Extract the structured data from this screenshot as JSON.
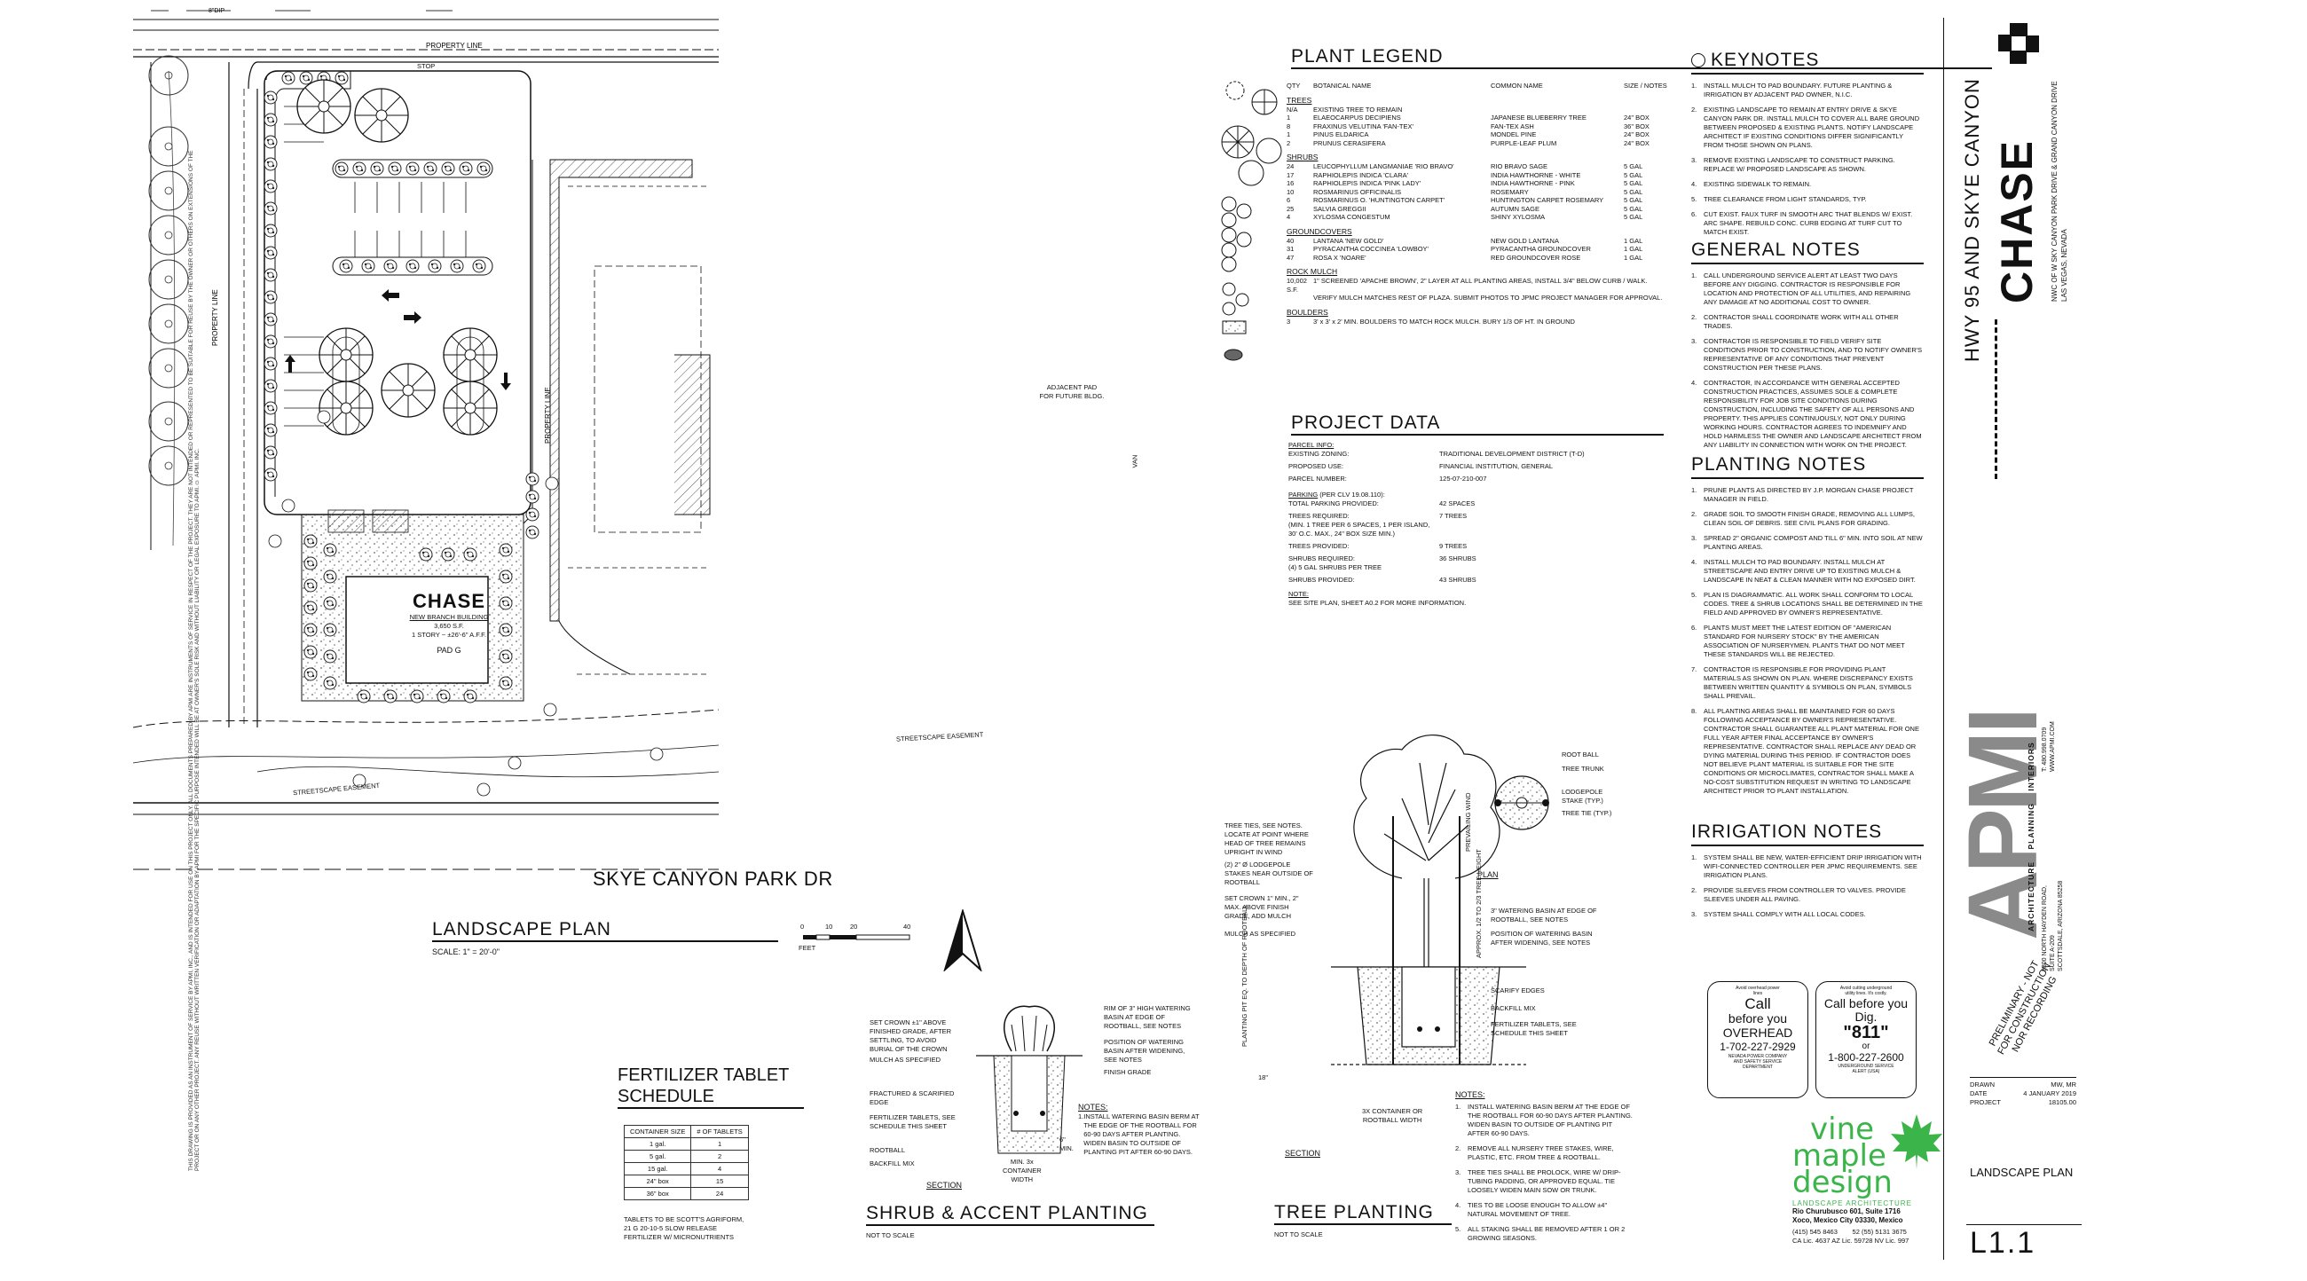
{
  "site_plan": {
    "street_name": "SKYE CANYON PARK DR",
    "label_property_line_top": "PROPERTY LINE",
    "label_property_line_left": "PROPERTY LINE",
    "label_property_line_right": "PROPERTY LINE",
    "label_streetscape_left": "STREETSCAPE EASEMENT",
    "label_streetscape_right": "STREETSCAPE EASEMENT",
    "adjacent_pad": "ADJACENT PAD\nFOR FUTURE BLDG.",
    "building_brand": "CHASE",
    "building_line1": "NEW BRANCH BUILDING",
    "building_line2": "3,650 S.F.",
    "building_line3": "1 STORY ~ ±26'-6\" A.F.F.",
    "building_pad": "PAD G",
    "label_stop": "STOP",
    "label_van": "VAN"
  },
  "landscape_plan": {
    "title": "LANDSCAPE PLAN",
    "scale": "SCALE: 1\" = 20'-0\"",
    "scale_ticks": [
      "0",
      "10",
      "20",
      "40"
    ],
    "scale_unit": "FEET"
  },
  "fertilizer": {
    "title": "FERTILIZER TABLET\nSCHEDULE",
    "headers": [
      "CONTAINER SIZE",
      "# OF TABLETS"
    ],
    "rows": [
      [
        "1 gal.",
        "1"
      ],
      [
        "5 gal.",
        "2"
      ],
      [
        "15 gal.",
        "4"
      ],
      [
        "24\" box",
        "15"
      ],
      [
        "36\" box",
        "24"
      ]
    ],
    "note": "TABLETS TO BE SCOTT'S AGRIFORM,\n21 G 20-10-5 SLOW RELEASE\nFERTILIZER W/ MICRONUTRIENTS"
  },
  "plant_legend": {
    "title": "PLANT LEGEND",
    "headers": [
      "QTY",
      "BOTANICAL NAME",
      "COMMON NAME",
      "SIZE / NOTES"
    ],
    "groups": [
      {
        "name": "TREES",
        "rows": [
          [
            "N/A",
            "EXISTING TREE TO REMAIN",
            "",
            ""
          ],
          [
            "1",
            "ELAEOCARPUS DECIPIENS",
            "JAPANESE BLUEBERRY TREE",
            "24\" BOX"
          ],
          [
            "8",
            "FRAXINUS VELUTINA 'FAN-TEX'",
            "FAN-TEX ASH",
            "36\" BOX"
          ],
          [
            "1",
            "PINUS ELDARICA",
            "MONDEL PINE",
            "24\" BOX"
          ],
          [
            "2",
            "PRUNUS CERASIFERA",
            "PURPLE-LEAF PLUM",
            "24\" BOX"
          ]
        ]
      },
      {
        "name": "SHRUBS",
        "rows": [
          [
            "24",
            "LEUCOPHYLLUM LANGMANIAE 'RIO BRAVO'",
            "RIO BRAVO SAGE",
            "5 GAL"
          ],
          [
            "17",
            "RAPHIOLEPIS INDICA 'CLARA'",
            "INDIA HAWTHORNE - WHITE",
            "5 GAL"
          ],
          [
            "16",
            "RAPHIOLEPIS INDICA 'PINK LADY'",
            "INDIA HAWTHORNE - PINK",
            "5 GAL"
          ],
          [
            "10",
            "ROSMARINUS OFFICINALIS",
            "ROSEMARY",
            "5 GAL"
          ],
          [
            "6",
            "ROSMARINUS O. 'HUNTINGTON CARPET'",
            "HUNTINGTON CARPET ROSEMARY",
            "5 GAL"
          ],
          [
            "25",
            "SALVIA GREGGII",
            "AUTUMN SAGE",
            "5 GAL"
          ],
          [
            "4",
            "XYLOSMA CONGESTUM",
            "SHINY XYLOSMA",
            "5 GAL"
          ]
        ]
      },
      {
        "name": "GROUNDCOVERS",
        "rows": [
          [
            "40",
            "LANTANA 'NEW GOLD'",
            "NEW GOLD LANTANA",
            "1 GAL"
          ],
          [
            "31",
            "PYRACANTHA COCCINEA 'LOWBOY'",
            "PYRACANTHA GROUNDCOVER",
            "1 GAL"
          ],
          [
            "47",
            "ROSA X 'NOARE'",
            "RED GROUNDCOVER ROSE",
            "1 GAL"
          ]
        ]
      },
      {
        "name": "ROCK MULCH",
        "rows": [
          [
            "10,002 S.F.",
            "1\" SCREENED 'APACHE BROWN', 2\" LAYER AT ALL PLANTING AREAS, INSTALL 3/4\" BELOW CURB / WALK.",
            "",
            ""
          ],
          [
            "",
            "VERIFY MULCH MATCHES REST OF PLAZA.  SUBMIT PHOTOS TO JPMC PROJECT MANAGER FOR APPROVAL.",
            "",
            ""
          ]
        ]
      },
      {
        "name": "BOULDERS",
        "rows": [
          [
            "3",
            "3' x 3' x 2' MIN. BOULDERS TO MATCH ROCK MULCH.  BURY 1/3 OF HT. IN GROUND",
            "",
            ""
          ]
        ]
      }
    ]
  },
  "project_data": {
    "title": "PROJECT DATA",
    "parcel_heading": "PARCEL INFO:",
    "parcel": [
      [
        "EXISTING ZONING:",
        "TRADITIONAL DEVELOPMENT DISTRICT (T-D)"
      ],
      [
        "PROPOSED USE:",
        "FINANCIAL INSTITUTION, GENERAL"
      ],
      [
        "PARCEL NUMBER:",
        "125-07-210-007"
      ]
    ],
    "parking_heading": "PARKING",
    "parking_ref": "(PER CLV 19.08.110):",
    "parking": [
      [
        "TOTAL PARKING PROVIDED:",
        "42 SPACES"
      ],
      [
        "TREES REQUIRED:\n(MIN. 1 TREE PER 6 SPACES, 1 PER ISLAND,\n30' O.C. MAX., 24\" BOX SIZE MIN.)",
        "7 TREES"
      ],
      [
        "TREES PROVIDED:",
        "9 TREES"
      ],
      [
        "SHRUBS REQUIRED:\n(4) 5 GAL SHRUBS PER TREE",
        "36 SHRUBS"
      ],
      [
        "SHRUBS PROVIDED:",
        "43 SHRUBS"
      ]
    ],
    "note_heading": "NOTE:",
    "note": "SEE SITE PLAN, SHEET A0.2 FOR MORE INFORMATION."
  },
  "keynotes": {
    "title": "KEYNOTES",
    "items": [
      "INSTALL MULCH TO PAD BOUNDARY.  FUTURE PLANTING & IRRIGATION BY ADJACENT PAD OWNER, N.I.C.",
      "EXISTING LANDSCAPE TO REMAIN AT ENTRY DRIVE & SKYE CANYON PARK DR. INSTALL MULCH TO COVER ALL BARE GROUND BETWEEN PROPOSED & EXISTING PLANTS.  NOTIFY LANDSCAPE ARCHITECT IF EXISTING CONDITIONS DIFFER SIGNIFICANTLY FROM THOSE SHOWN ON PLANS.",
      "REMOVE EXISTING LANDSCAPE TO CONSTRUCT PARKING.  REPLACE W/ PROPOSED LANDSCAPE AS SHOWN.",
      "EXISTING SIDEWALK TO REMAIN.",
      "TREE CLEARANCE FROM LIGHT STANDARDS, TYP.",
      "CUT EXIST. FAUX TURF IN SMOOTH ARC THAT BLENDS W/ EXIST. ARC SHAPE. REBUILD CONC. CURB EDGING AT TURF CUT TO MATCH EXIST."
    ]
  },
  "general_notes": {
    "title": "GENERAL NOTES",
    "items": [
      "CALL UNDERGROUND SERVICE ALERT AT LEAST TWO DAYS BEFORE ANY DIGGING.  CONTRACTOR IS RESPONSIBLE FOR LOCATION AND PROTECTION OF ALL UTILITIES, AND REPAIRING ANY DAMAGE AT NO ADDITIONAL COST TO OWNER.",
      "CONTRACTOR SHALL COORDINATE WORK WITH ALL OTHER TRADES.",
      "CONTRACTOR IS RESPONSIBLE TO FIELD VERIFY SITE CONDITIONS PRIOR TO CONSTRUCTION, AND TO NOTIFY OWNER'S REPRESENTATIVE OF ANY CONDITIONS THAT PREVENT CONSTRUCTION PER THESE PLANS.",
      "CONTRACTOR, IN ACCORDANCE WITH GENERAL ACCEPTED CONSTRUCTION PRACTICES, ASSUMES SOLE & COMPLETE RESPONSIBILITY FOR JOB SITE CONDITIONS DURING CONSTRUCTION, INCLUDING THE SAFETY OF ALL PERSONS AND PROPERTY.  THIS APPLIES CONTINUOUSLY, NOT ONLY DURING WORKING HOURS. CONTRACTOR AGREES TO INDEMNIFY AND HOLD HARMLESS THE OWNER AND LANDSCAPE ARCHITECT FROM ANY LIABILITY IN CONNECTION WITH WORK ON THE PROJECT."
    ]
  },
  "planting_notes": {
    "title": "PLANTING NOTES",
    "items": [
      "PRUNE PLANTS AS DIRECTED BY J.P. MORGAN CHASE PROJECT MANAGER IN FIELD.",
      "GRADE SOIL TO SMOOTH FINISH GRADE, REMOVING ALL LUMPS, CLEAN SOIL OF DEBRIS.  SEE CIVIL PLANS FOR GRADING.",
      "SPREAD 2\" ORGANIC COMPOST AND TILL 6\" MIN. INTO SOIL AT NEW PLANTING AREAS.",
      "INSTALL MULCH TO PAD BOUNDARY.  INSTALL MULCH AT STREETSCAPE AND ENTRY DRIVE UP TO EXISTING MULCH & LANDSCAPE IN NEAT & CLEAN MANNER WITH NO EXPOSED DIRT.",
      "PLAN IS DIAGRAMMATIC.  ALL WORK SHALL CONFORM TO LOCAL CODES.  TREE & SHRUB LOCATIONS SHALL BE DETERMINED IN THE FIELD AND APPROVED BY OWNER'S REPRESENTATIVE.",
      "PLANTS MUST MEET THE LATEST EDITION OF \"AMERICAN STANDARD FOR NURSERY STOCK\" BY THE AMERICAN ASSOCIATION OF NURSERYMEN.  PLANTS THAT DO NOT MEET THESE STANDARDS WILL BE REJECTED.",
      "CONTRACTOR IS RESPONSIBLE FOR PROVIDING PLANT MATERIALS AS SHOWN ON PLAN.  WHERE DISCREPANCY EXISTS BETWEEN WRITTEN QUANTITY & SYMBOLS ON PLAN, SYMBOLS SHALL PREVAIL.",
      "ALL PLANTING AREAS SHALL BE MAINTAINED FOR 60 DAYS FOLLOWING ACCEPTANCE BY OWNER'S REPRESENTATIVE.  CONTRACTOR SHALL GUARANTEE ALL PLANT MATERIAL FOR ONE FULL YEAR AFTER FINAL ACCEPTANCE BY OWNER'S REPRESENTATIVE.  CONTRACTOR SHALL REPLACE ANY DEAD OR DYING MATERIAL DURING THIS PERIOD.  IF CONTRACTOR DOES NOT BELIEVE PLANT MATERIAL IS SUITABLE FOR THE SITE CONDITIONS OR MICROCLIMATES, CONTRACTOR SHALL MAKE A NO-COST SUBSTITUTION REQUEST IN WRITING TO LANDSCAPE ARCHITECT PRIOR TO PLANT INSTALLATION."
    ]
  },
  "irrigation_notes": {
    "title": "IRRIGATION NOTES",
    "items": [
      "SYSTEM SHALL BE NEW, WATER-EFFICIENT DRIP IRRIGATION WITH WIFI-CONNECTED CONTROLLER PER JPMC REQUIREMENTS.  SEE IRRIGATION PLANS.",
      "PROVIDE SLEEVES FROM CONTROLLER TO VALVES.  PROVIDE SLEEVES UNDER ALL PAVING.",
      "SYSTEM SHALL COMPLY WITH ALL LOCAL CODES."
    ]
  },
  "shrub_detail": {
    "title": "SHRUB & ACCENT PLANTING",
    "subtitle": "NOT TO SCALE",
    "section": "SECTION",
    "labels_left": [
      "SET CROWN ±1\" ABOVE FINISHED GRADE, AFTER SETTLING, TO AVOID BURIAL OF THE CROWN",
      "MULCH AS SPECIFIED",
      "FRACTURED & SCARIFIED EDGE",
      "FERTILIZER TABLETS, SEE SCHEDULE THIS SHEET",
      "ROOTBALL",
      "BACKFILL MIX"
    ],
    "labels_right": [
      "RIM OF 3\" HIGH WATERING BASIN AT EDGE OF ROOTBALL, SEE NOTES",
      "POSITION OF WATERING BASIN AFTER WIDENING, SEE NOTES",
      "FINISH GRADE"
    ],
    "dim_6": "6\"\nMIN.",
    "dim_bottom": "MIN. 3x\nCONTAINER\nWIDTH",
    "notes_title": "NOTES:",
    "notes": [
      "INSTALL WATERING BASIN BERM AT THE EDGE OF THE ROOTBALL FOR 60-90 DAYS AFTER PLANTING. WIDEN BASIN TO OUTSIDE OF PLANTING PIT AFTER 60-90 DAYS."
    ]
  },
  "tree_detail": {
    "title": "TREE PLANTING",
    "subtitle": "NOT TO SCALE",
    "section": "SECTION",
    "plan": "PLAN",
    "labels_left": [
      "TREE TIES, SEE NOTES. LOCATE AT POINT WHERE HEAD OF TREE REMAINS UPRIGHT IN WIND",
      "(2) 2\" Ø LODGEPOLE STAKES NEAR OUTSIDE OF ROOTBALL",
      "SET CROWN 1\" MIN., 2\" MAX. ABOVE FINISH GRADE, ADD MULCH",
      "MULCH AS SPECIFIED"
    ],
    "labels_right": [
      "3\" WATERING BASIN AT EDGE OF ROOTBALL, SEE NOTES",
      "POSITION OF WATERING BASIN AFTER WIDENING, SEE NOTES",
      "SCARIFY EDGES",
      "BACKFILL MIX",
      "FERTILIZER TABLETS, SEE SCHEDULE THIS SHEET"
    ],
    "plan_labels": [
      "ROOT BALL",
      "TREE TRUNK",
      "LODGEPOLE STAKE (TYP.)",
      "TREE TIE (TYP.)"
    ],
    "dim_prevailing": "PREVAILING WIND",
    "dim_height": "APPROX. 1/2 TO 2/3 TREE HEIGHT",
    "dim_pit": "PLANTING PIT EQ. TO DEPTH OF ROOTBALL",
    "dim_18": "18\"",
    "dim_width": "3X CONTAINER OR\nROOTBALL WIDTH",
    "notes_title": "NOTES:",
    "notes": [
      "INSTALL WATERING BASIN BERM AT THE EDGE OF THE ROOTBALL FOR 60-90 DAYS AFTER PLANTING. WIDEN BASIN TO OUTSIDE OF PLANTING PIT AFTER 60-90 DAYS.",
      "REMOVE ALL NURSERY TREE STAKES, WIRE, PLASTIC, ETC. FROM TREE & ROOTBALL.",
      "TREE TIES SHALL BE PROLOCK, WIRE W/ DRIP-TUBING PADDING, OR APPROVED EQUAL.  TIE LOOSELY WIDEN MAIN SOW OR TRUNK.",
      "TIES TO BE LOOSE ENOUGH TO ALLOW ±4\" NATURAL MOVEMENT OF TREE.",
      "ALL STAKING SHALL BE REMOVED AFTER 1 OR 2 GROWING SEASONS."
    ]
  },
  "call_before": {
    "nv_call": "Call",
    "nv_before": "before you",
    "nv_overhead": "OVERHEAD",
    "nv_phone": "1-702-227-2929",
    "nv_small_top": "Avoid overhead power\nlines",
    "nv_small_bottom": "NEVADA POWER COMPANY\nAND SAFETY SERVICE\nDEPARTMENT",
    "ug_call": "Call before you",
    "ug_dig": "Dig.",
    "ug_811": "\"811\"",
    "ug_or": "or",
    "ug_phone": "1-800-227-2600",
    "ug_small_top": "Avoid cutting underground\nutility lines. It's costly.",
    "ug_small_bottom": "UNDERGROUND SERVICE\nALERT (USA)"
  },
  "titleblock": {
    "project_title": "HWY 95 AND SKYE CANYON",
    "client_logo": "CHASE",
    "client_address": "NWC OF W SKY CANYON PARK DRIVE & GRAND CANYON DRIVE\nLAS VEGAS, NEVADA",
    "firm_logo": "APMI",
    "firm_tagline": "ARCHITECTURE    PLANNING    INTERIORS",
    "firm_address": "8300 NORTH HAYDEN ROAD, SUITE A-209\nSCOTTSDALE, ARIZONA 85258",
    "firm_phone": "T: 480.998.0709\nWWW.APMI.COM",
    "stamp_text": "PRELIMINARY - NOT\nFOR CONSTRUCTION\nNOR RECORDING",
    "drawn_label": "DRAWN",
    "drawn_value": "MW, MR",
    "date_label": "DATE",
    "date_value": "4 JANUARY 2019",
    "project_label": "PROJECT",
    "project_value": "18105.00",
    "sheet_title": "LANDSCAPE PLAN",
    "sheet_number": "L1.1",
    "vmd_name_1": "vine",
    "vmd_name_2": "maple",
    "vmd_name_3": "design",
    "vmd_tagline": "LANDSCAPE ARCHITECTURE",
    "vmd_address": "Rio Churubusco 601, Suite 1716\nXoco, Mexico City 03330, Mexico",
    "vmd_phones": "(415) 545 8463        52 (55) 5131 3675",
    "vmd_licenses": "CA Lic. 4637  AZ Lic. 59728  NV Lic. 997",
    "copyright": "THIS DRAWING IS PROVIDED AS AN INSTRUMENT OF SERVICE BY APMI, INC., AND IS INTENDED FOR USE ON THIS PROJECT ONLY. ALL DOCUMENTS PREPARED BY APMI ARE INSTRUMENTS OF SERVICE IN RESPECT OF THE PROJECT. THEY ARE NOT INTENDED OR REPRESENTED TO BE SUITABLE FOR REUSE BY THE OWNER OR OTHERS ON EXTENSIONS OF THE PROJECT OR ON ANY OTHER PROJECT. ANY REUSE WITHOUT WRITTEN VERIFICATION OR ADAPTATION BY APMI FOR THE SPECIFIC PURPOSE INTENDED WILL BE AT OWNER'S SOLE RISK AND WITHOUT LIABILITY OR LEGAL EXPOSURE TO APMI. © APMI, INC."
  },
  "colors": {
    "line": "#111111",
    "vmd_green": "#3bb54a",
    "apmi_gray": "#8a8a8a"
  }
}
